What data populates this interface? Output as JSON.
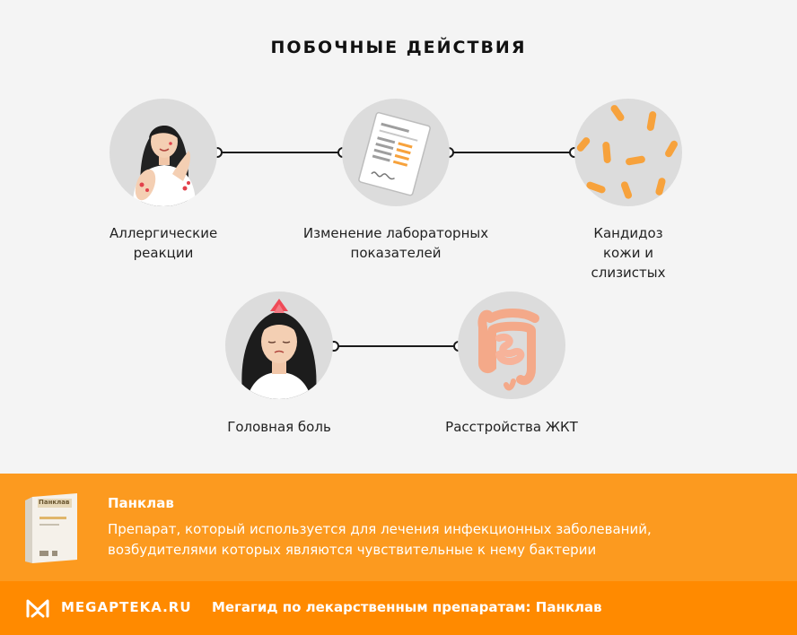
{
  "title": "ПОБОЧНЫЕ ДЕЙСТВИЯ",
  "effects": [
    {
      "label": "Аллергические реакции",
      "icon": "allergy-woman-icon"
    },
    {
      "label": "Изменение лабораторных показателей",
      "icon": "lab-report-icon"
    },
    {
      "label": "Кандидоз кожи и слизистых",
      "icon": "candida-icon"
    },
    {
      "label": "Головная боль",
      "icon": "headache-woman-icon"
    },
    {
      "label": "Расстройства ЖКТ",
      "icon": "intestine-icon"
    }
  ],
  "promo": {
    "name": "Панклав",
    "description": "Препарат, который используется для лечения инфекционных заболеваний, возбудителями которых являются чувствительные к нему бактерии",
    "box_label": "Панклав"
  },
  "footer": {
    "brand": "MEGAPTEKA.RU",
    "text": "Мегагид по лекарственным препаратам: Панклав"
  },
  "colors": {
    "promo_bg": "#fc9a1f",
    "footer_bg": "#ff8a00",
    "accent": "#f7a23c"
  }
}
